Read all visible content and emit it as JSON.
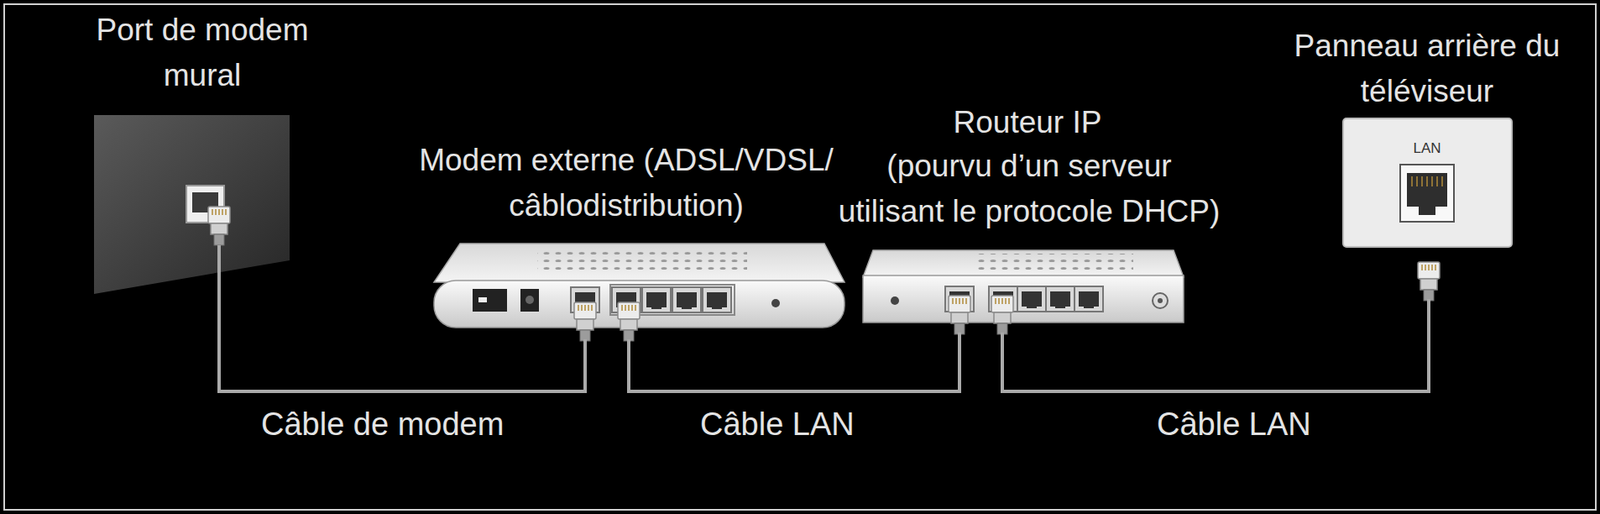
{
  "diagram": {
    "nodes": [
      {
        "text": [
          "Port de modem mural"
        ]
      },
      {
        "text": [
          "Modem externe (ADSL/VDSL/ câblodistribution)"
        ]
      },
      {
        "text": [
          "Routeur IP",
          "(pourvu d’un serveur utilisant le protocole DHCP)"
        ]
      },
      {
        "text": [
          "Panneau arrière du téléviseur",
          "LAN"
        ]
      }
    ],
    "edges": [
      {
        "from": 0,
        "to": 1,
        "arrow": "none",
        "label": "Câble de modem"
      },
      {
        "from": 1,
        "to": 2,
        "arrow": "none",
        "label": "Câble LAN"
      },
      {
        "from": 2,
        "to": 3,
        "arrow": "none",
        "label": "Câble LAN"
      }
    ]
  }
}
